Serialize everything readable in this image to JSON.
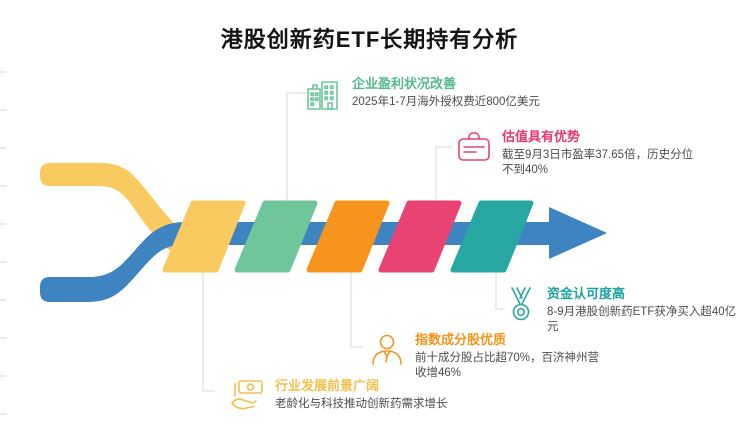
{
  "page": {
    "title": "港股创新药ETF长期持有分析"
  },
  "colors": {
    "arrow_blue": "#3D84C1",
    "segment_yellow": "#F8CA5F",
    "segment_green": "#6FC69B",
    "segment_orange": "#F7941E",
    "segment_pink": "#E94372",
    "segment_teal": "#29A7A2",
    "connector_gray": "#D8D8D8",
    "title_text": "#141414",
    "body_text": "#4D4D4D"
  },
  "callouts": [
    {
      "icon": "building-icon",
      "title": "企业盈利状况改善",
      "desc": "2025年1-7月海外授权费近800亿美元"
    },
    {
      "icon": "briefcase-icon",
      "title": "估值具有优势",
      "desc": "截至9月3日市盈率37.65倍，历史分位\n不到40%"
    },
    {
      "icon": "medal-icon",
      "title": "资金认可度高",
      "desc": "8-9月港股创新药ETF获净买入超40亿\n元"
    },
    {
      "icon": "person-icon",
      "title": "指数成分股优质",
      "desc": "前十成分股占比超70%，百济神州营\n收增46%"
    },
    {
      "icon": "hand-money-icon",
      "title": "行业发展前景广阔",
      "desc": "老龄化与科技推动创新药需求增长"
    }
  ]
}
